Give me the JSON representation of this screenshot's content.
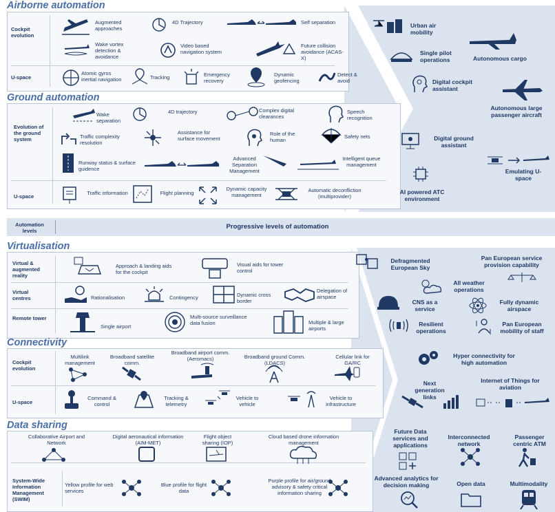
{
  "colors": {
    "heading": "#4a6fa8",
    "text": "#1f3864",
    "panel": "#dbe3ef",
    "box": "#f6f8fb"
  },
  "airborne": {
    "title": "Airborne automation",
    "rows": [
      "Cockpit evolution",
      "U-space"
    ],
    "items": [
      "Augmented approaches",
      "4D Trajectory",
      "Self separation",
      "Wake vortex detection & avoidance",
      "Video based navigation system",
      "Future collision avoidance (ACAS-X)",
      "Atomic gyros inertial navigation",
      "Tracking",
      "Emergency recovery",
      "Dynamic geofencing",
      "Detect & avoid"
    ]
  },
  "ground": {
    "title": "Ground automation",
    "rows": [
      "Evolution of the ground system",
      "U-space"
    ],
    "items": [
      "Wake separation",
      "4D trajectory",
      "Complex digital clearances",
      "Speech recognition",
      "Traffic complexity resolution",
      "Assistance for surface movement",
      "Role of the human",
      "Safety nets",
      "Runway status & surface guidence",
      "Advanced Separation Management",
      "Intelligent queue management",
      "Traffic information",
      "Flight planning",
      "Dynamic capacity management",
      "Automatic deconfliction (multiprovider)"
    ]
  },
  "automation_levels": {
    "label": "Automation levels",
    "text": "Progressive levels of automation"
  },
  "right_top": {
    "items": [
      "Urban air mobility",
      "Single pilot operations",
      "Autonomous cargo",
      "Digital cockpit assistant",
      "Autonomous large passenger aircraft",
      "Digital ground assistant",
      "Emulating U-space",
      "AI powered ATC environment"
    ]
  },
  "virtualisation": {
    "title": "Virtualisation",
    "rows": [
      "Virtual & augmented reality",
      "Virtual centres",
      "Remote tower"
    ],
    "items": [
      "Approach & landing aids for the cockpit",
      "Visual aids for tower control",
      "Rationalisation",
      "Contingency",
      "Dynamic cross border",
      "Delegation of airspace",
      "Single airport",
      "Multi-source surveillance data fusion",
      "Multiple & large airports"
    ],
    "right": [
      "Defragmented European Sky",
      "Pan European service provision capability",
      "All weather operations",
      "CNS as a service",
      "Fully dynamic airspace",
      "Resilient operations",
      "Pan European mobility of staff"
    ]
  },
  "connectivity": {
    "title": "Connectivity",
    "rows": [
      "Cockpit evolution",
      "U-space"
    ],
    "items": [
      "Multilink management",
      "Broadband satellite comm.",
      "Broadband airport comm. (Aeromacs)",
      "Broadband ground Comm. (LDACS)",
      "Cellular link for GA/RC",
      "Command & control",
      "Tracking & telemetry",
      "Vehicle to vehicle",
      "Vehicle to infrastructure"
    ],
    "right": [
      "Hyper connectivity for high automation",
      "Next generation links",
      "Internet of Things for aviation"
    ]
  },
  "datasharing": {
    "title": "Data sharing",
    "rows": [
      "System-Wide Information Management (SWIM)"
    ],
    "items": [
      "Collaborative Airport and Network",
      "Digital aeronautical information (AIM-MET)",
      "Flight object sharing (IOP)",
      "Cloud based drone information management",
      "Yellow profile for web services",
      "Blue profile for flight data",
      "Purple profile for air/ground advisory & safety critical information sharing"
    ],
    "right": [
      "Future Data services and applications",
      "Interconnected network",
      "Passenger centric ATM",
      "Advanced analytics for decision making",
      "Open data",
      "Multimodality"
    ]
  }
}
